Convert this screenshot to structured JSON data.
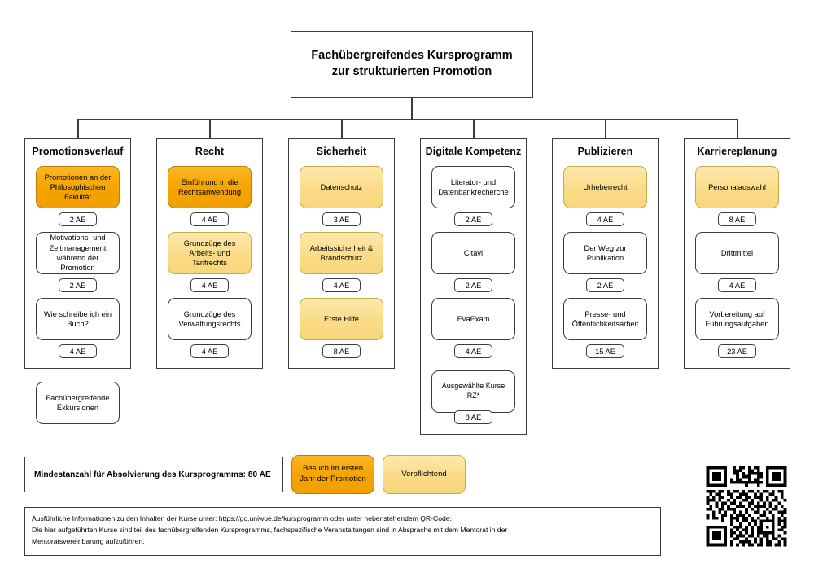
{
  "root": {
    "title_line1": "Fachübergreifendes Kursprogramm",
    "title_line2": "zur strukturierten Promotion"
  },
  "colors": {
    "orange": "#F5A300",
    "yellow": "#FADB87",
    "border": "#3C3C3C",
    "white": "#FFFFFF"
  },
  "columns": [
    {
      "title": "Promotionsverlauf",
      "courses": [
        {
          "label": "Promotionen an der Philosophischen Fakultät",
          "ae": "2 AE",
          "fill": "orange"
        },
        {
          "label": "Motivations- und Zeitmanagement während der Promotion",
          "ae": "2 AE",
          "fill": "white"
        },
        {
          "label": "Wie schreibe ich ein Buch?",
          "ae": "4 AE",
          "fill": "white"
        }
      ],
      "extra": {
        "label": "Fachübergreifende Exkursionen",
        "fill": "white"
      }
    },
    {
      "title": "Recht",
      "courses": [
        {
          "label": "Einführung in die Rechtsanwendung",
          "ae": "4 AE",
          "fill": "orange"
        },
        {
          "label": "Grundzüge des Arbeits- und Tarifrechts",
          "ae": "4 AE",
          "fill": "yellow"
        },
        {
          "label": "Grundzüge des Verwaltungsrechts",
          "ae": "4 AE",
          "fill": "white"
        }
      ]
    },
    {
      "title": "Sicherheit",
      "courses": [
        {
          "label": "Datenschutz",
          "ae": "3 AE",
          "fill": "yellow"
        },
        {
          "label": "Arbeitssicherheit & Brandschutz",
          "ae": "4 AE",
          "fill": "yellow"
        },
        {
          "label": "Erste Hilfe",
          "ae": "8 AE",
          "fill": "yellow"
        }
      ]
    },
    {
      "title": "Digitale Kompetenz",
      "courses": [
        {
          "label": "Literatur- und Datenbankrecherche",
          "ae": "2 AE",
          "fill": "white"
        },
        {
          "label": "Citavi",
          "ae": "2 AE",
          "fill": "white"
        },
        {
          "label": "EvaExam",
          "ae": "4 AE",
          "fill": "white"
        },
        {
          "label": "Ausgewählte Kurse RZ*",
          "ae": "8 AE",
          "fill": "white"
        }
      ]
    },
    {
      "title": "Publizieren",
      "courses": [
        {
          "label": "Urheberrecht",
          "ae": "4 AE",
          "fill": "yellow"
        },
        {
          "label": "Der Weg zur Publikation",
          "ae": "2 AE",
          "fill": "white"
        },
        {
          "label": "Presse- und Öffentlichkeitsarbeit",
          "ae": "15 AE",
          "fill": "white"
        }
      ]
    },
    {
      "title": "Karriereplanung",
      "courses": [
        {
          "label": "Personalauswahl",
          "ae": "8 AE",
          "fill": "yellow"
        },
        {
          "label": "Drittmittel",
          "ae": "4 AE",
          "fill": "white"
        },
        {
          "label": "Vorbereitung auf Führungsaufgaben",
          "ae": "23 AE",
          "fill": "white"
        }
      ]
    }
  ],
  "legend": {
    "minimum": "Mindestanzahl für Absolvierung des Kursprogramms: 80 AE",
    "chip_orange_line1": "Besuch im ersten",
    "chip_orange_line2": "Jahr der Promotion",
    "chip_yellow": "Verpflichtend"
  },
  "footnote": {
    "line1": "Ausführliche Informationen zu den Inhalten der Kurse unter: https://go.uniwue.de/kursprogramm oder unter nebenstehendem QR-Code:",
    "line2": "Die hier aufgeführten Kurse sind teil des fachübergreifenden Kursprogramms, fachspezifische Veranstaltungen sind in Absprache mit dem Mentorat in der",
    "line3": "Mentoratsvereinbarung aufzuführen."
  },
  "qr": {
    "icon": "qr-code-icon"
  }
}
